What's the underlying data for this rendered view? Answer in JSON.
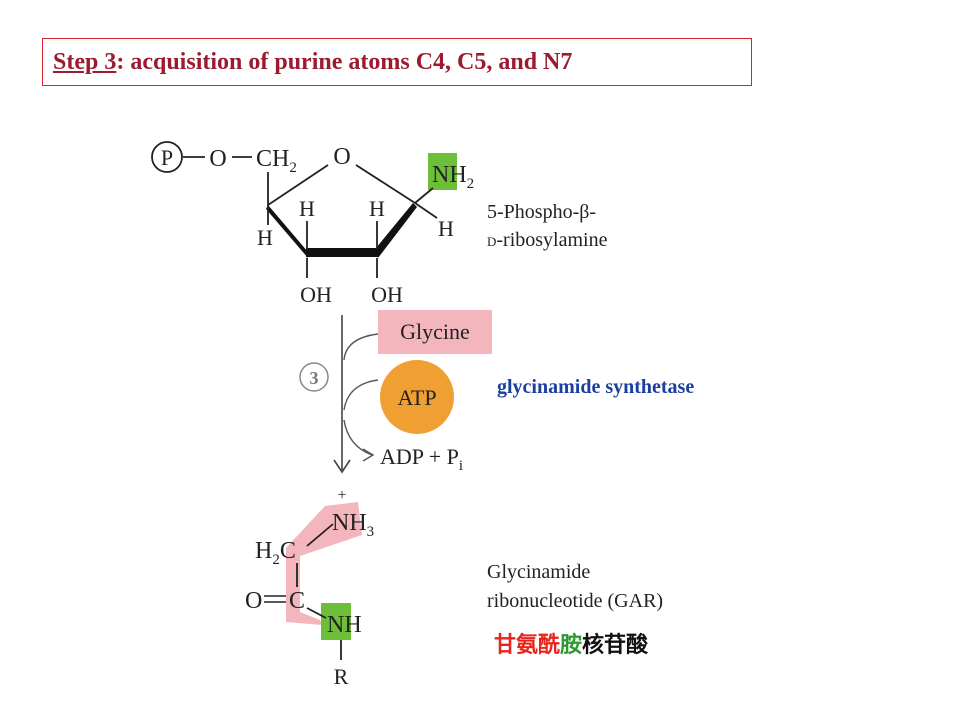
{
  "title": {
    "step": "Step 3",
    "rest": ": acquisition of purine atoms C4, C5, and N7"
  },
  "top_molecule": {
    "phosphate": "P",
    "o_link": "O",
    "ch2": "CH",
    "ch2_sub": "2",
    "ring_o": "O",
    "nh2": "NH",
    "nh2_sub": "2",
    "h_left": "H",
    "h_ring1": "H",
    "h_ring2": "H",
    "h_right": "H",
    "oh1": "OH",
    "oh2": "OH",
    "name_line1": "5-Phospho-β-",
    "name_line2_prefix": "D",
    "name_line2_rest": "-ribosylamine"
  },
  "reaction": {
    "step_number": "3",
    "reactant": "Glycine",
    "cofactor": "ATP",
    "products": "ADP + P",
    "products_sub": "i",
    "enzyme": "glycinamide synthetase"
  },
  "bottom_molecule": {
    "plus": "+",
    "nh3": "NH",
    "nh3_sub": "3",
    "h2c_h": "H",
    "h2c_sub": "2",
    "h2c_c": "C",
    "carbonyl_o": "O",
    "carbonyl_c": "C",
    "nh": "NH",
    "r": "R",
    "name_line1": "Glycinamide",
    "name_line2": "ribonucleotide (GAR)"
  },
  "chinese_name": {
    "part_red": "甘氨酰",
    "part_green": "胺",
    "part_black": "核苷酸"
  },
  "colors": {
    "title": "#9b1b2f",
    "title_border": "#d9232e",
    "green_highlight": "#6dbf3a",
    "pink_highlight": "#f3b6bd",
    "atp_orange": "#f0a032",
    "enzyme": "#1b3f9e"
  }
}
